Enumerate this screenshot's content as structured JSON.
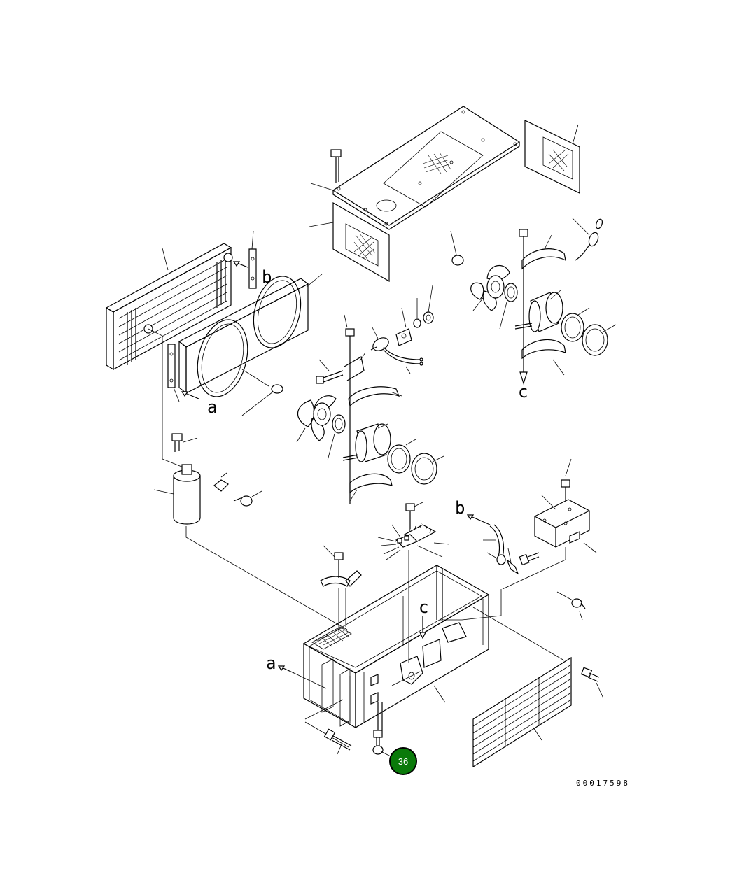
{
  "diagram": {
    "drawing_number": "00017598",
    "callout": {
      "label": "36",
      "color": "#0a7a0a"
    },
    "reference_letters": {
      "a_upper": "a",
      "a_lower": "a",
      "b_upper": "b",
      "b_lower": "b",
      "c_upper": "c",
      "c_lower": "c"
    }
  }
}
